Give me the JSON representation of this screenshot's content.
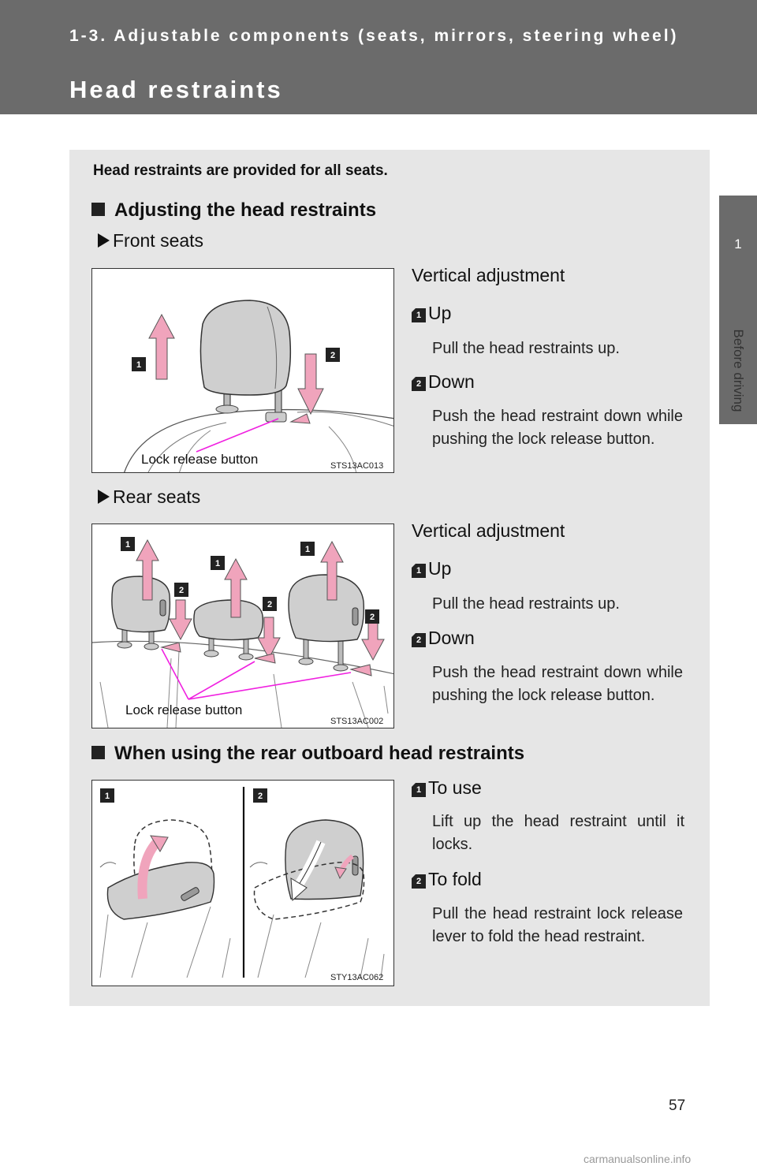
{
  "header": {
    "section": "1-3. Adjustable components (seats, mirrors, steering wheel)",
    "title": "Head restraints"
  },
  "side_tab": {
    "number": "1",
    "label": "Before driving"
  },
  "intro": "Head restraints are provided for all seats.",
  "adjusting": {
    "heading": "Adjusting the head restraints",
    "front": {
      "heading": "Front seats",
      "mode": "Vertical adjustment",
      "up_label": "Up",
      "up_desc": "Pull the head restraints up.",
      "down_label": "Down",
      "down_desc": "Push the head restraint down while pushing the lock release button.",
      "figure": {
        "caption": "Lock release button",
        "code": "STS13AC013"
      }
    },
    "rear": {
      "heading": "Rear seats",
      "mode": "Vertical adjustment",
      "up_label": "Up",
      "up_desc": "Pull the head restraints up.",
      "down_label": "Down",
      "down_desc": "Push the head restraint down while pushing the lock release button.",
      "figure": {
        "caption": "Lock release button",
        "code": "STS13AC002"
      }
    }
  },
  "outboard": {
    "heading": "When using the rear outboard head restraints",
    "use_label": "To use",
    "use_desc": "Lift up the head restraint until it locks.",
    "fold_label": "To fold",
    "fold_desc": "Pull the head restraint lock release lever to fold the head restraint.",
    "figure": {
      "code": "STY13AC062"
    }
  },
  "badges": {
    "one": "1",
    "two": "2"
  },
  "page_number": "57",
  "watermark": "carmanualsonline.info",
  "colors": {
    "header_bg": "#6b6b6b",
    "panel_bg": "#e6e6e6",
    "arrow_pink": "#f0a4bc",
    "pointer_magenta": "#f020e0"
  }
}
